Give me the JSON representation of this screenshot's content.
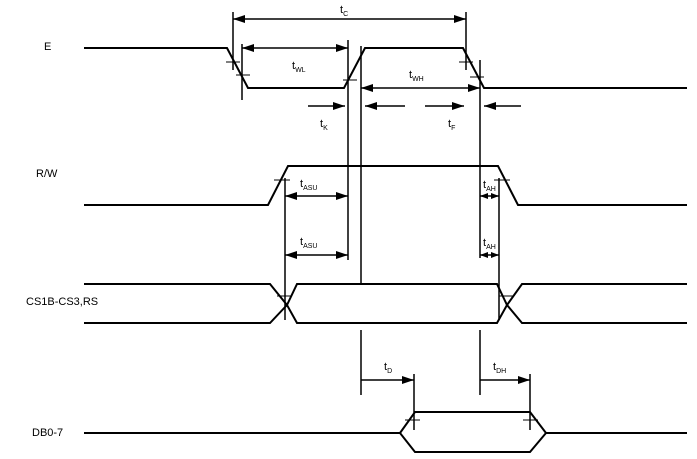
{
  "signals": {
    "e": "E",
    "rw": "R/W",
    "cs": "CS1B-CS3,RS",
    "db": "DB0-7"
  },
  "timings": {
    "tc": {
      "t": "t",
      "s": "C"
    },
    "twl": {
      "t": "t",
      "s": "WL"
    },
    "twh": {
      "t": "t",
      "s": "WH"
    },
    "tk": {
      "t": "t",
      "s": "K"
    },
    "tf": {
      "t": "t",
      "s": "F"
    },
    "tasu1": {
      "t": "t",
      "s": "ASU"
    },
    "tah1": {
      "t": "t",
      "s": "AH"
    },
    "tasu2": {
      "t": "t",
      "s": "ASU"
    },
    "tah2": {
      "t": "t",
      "s": "AH"
    },
    "td": {
      "t": "t",
      "s": "D"
    },
    "tdh": {
      "t": "t",
      "s": "DH"
    }
  }
}
